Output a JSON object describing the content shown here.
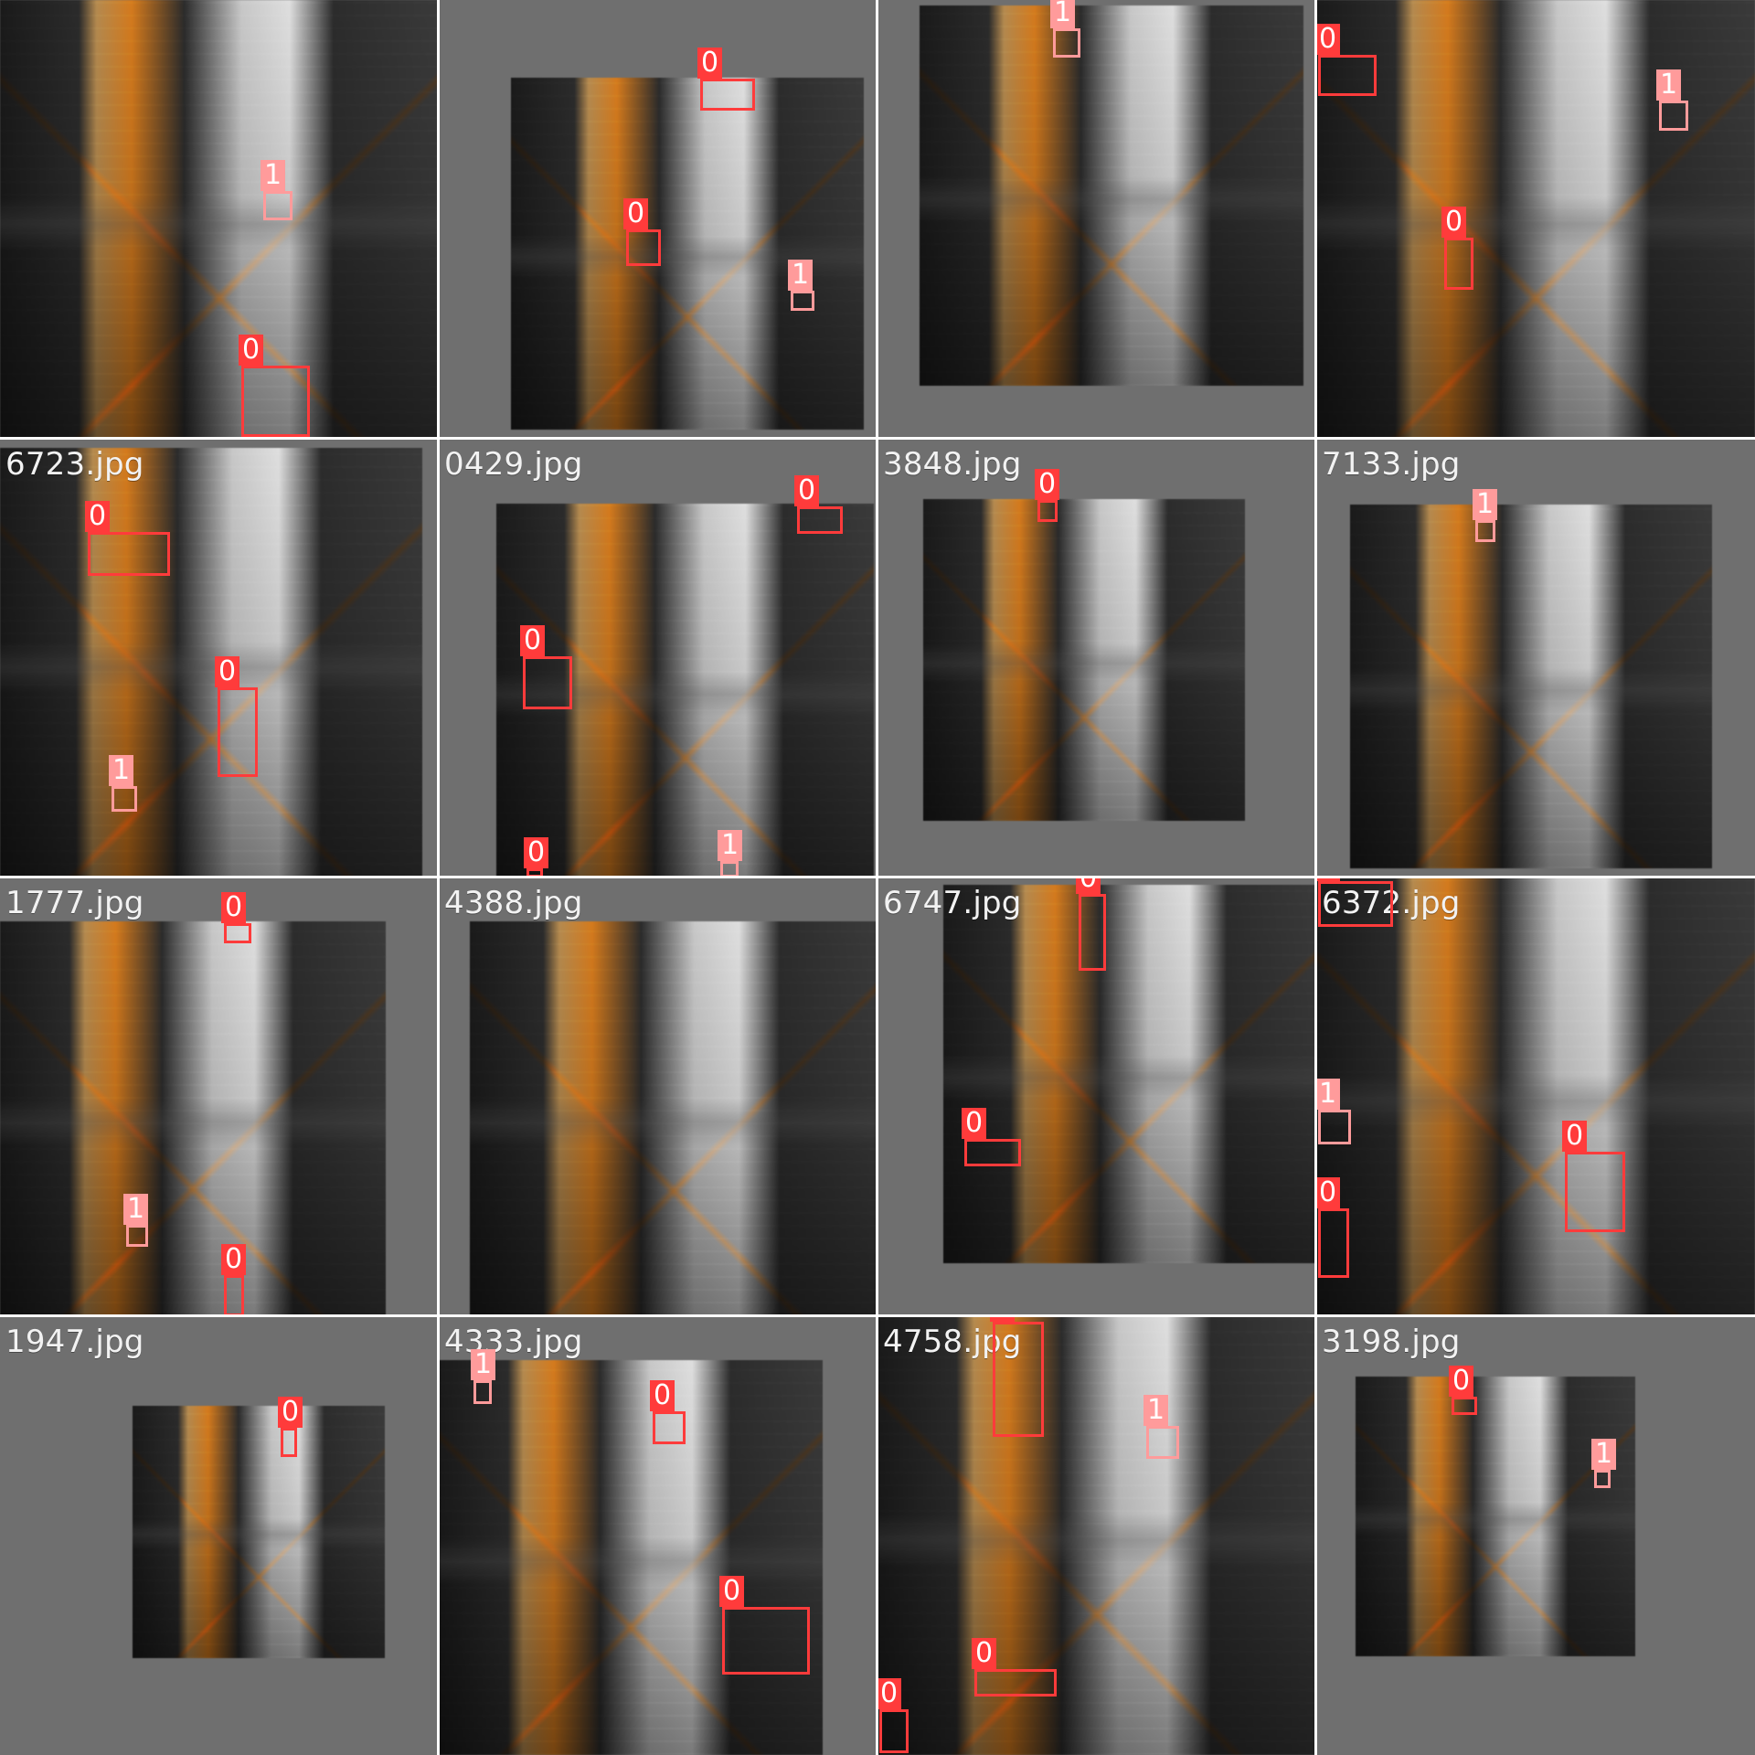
{
  "mosaic": {
    "tiles": [
      {
        "label": "",
        "detections": [
          {
            "class": "1"
          },
          {
            "class": "0"
          }
        ]
      },
      {
        "label": "",
        "detections": [
          {
            "class": "0"
          },
          {
            "class": "0"
          },
          {
            "class": "1"
          }
        ]
      },
      {
        "label": "",
        "detections": [
          {
            "class": "1"
          }
        ]
      },
      {
        "label": "",
        "detections": [
          {
            "class": "0"
          },
          {
            "class": "1"
          },
          {
            "class": "0"
          }
        ]
      },
      {
        "label": "6723.jpg",
        "detections": [
          {
            "class": "0"
          },
          {
            "class": "0"
          },
          {
            "class": "1"
          }
        ]
      },
      {
        "label": "0429.jpg",
        "detections": [
          {
            "class": "0"
          },
          {
            "class": "0"
          },
          {
            "class": "0"
          },
          {
            "class": "1"
          }
        ]
      },
      {
        "label": "3848.jpg",
        "detections": [
          {
            "class": "0"
          }
        ]
      },
      {
        "label": "7133.jpg",
        "detections": [
          {
            "class": "1"
          }
        ]
      },
      {
        "label": "1777.jpg",
        "detections": [
          {
            "class": "0"
          },
          {
            "class": "1"
          },
          {
            "class": "0"
          }
        ]
      },
      {
        "label": "4388.jpg",
        "detections": []
      },
      {
        "label": "6747.jpg",
        "detections": [
          {
            "class": "0"
          },
          {
            "class": "0"
          }
        ]
      },
      {
        "label": "6372.jpg",
        "detections": [
          {
            "class": "0"
          },
          {
            "class": "1"
          },
          {
            "class": "0"
          },
          {
            "class": "0"
          }
        ]
      },
      {
        "label": "1947.jpg",
        "detections": [
          {
            "class": "0"
          }
        ]
      },
      {
        "label": "4333.jpg",
        "detections": [
          {
            "class": "1"
          },
          {
            "class": "0"
          },
          {
            "class": "0"
          }
        ]
      },
      {
        "label": "4758.jpg",
        "detections": [
          {
            "class": "0"
          },
          {
            "class": "1"
          },
          {
            "class": "0"
          },
          {
            "class": "0"
          }
        ]
      },
      {
        "label": "3198.jpg",
        "detections": [
          {
            "class": "0"
          },
          {
            "class": "1"
          }
        ]
      }
    ],
    "colors": {
      "class_0": "#ff3b3b",
      "class_1": "#ff9b9b",
      "frame_bg": "#6f6f6f",
      "grid_line": "#ffffff",
      "text": "#f2f2f2"
    }
  }
}
